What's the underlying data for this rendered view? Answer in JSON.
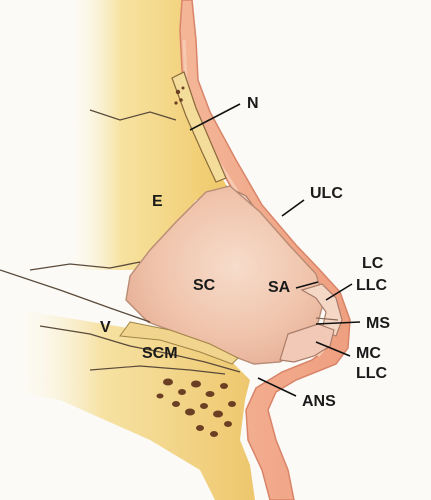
{
  "labels": {
    "N": "N",
    "E": "E",
    "ULC": "ULC",
    "SC": "SC",
    "SA": "SA",
    "LC": "LC",
    "LLC_upper": "LLC",
    "MS": "MS",
    "V": "V",
    "SCM": "SCM",
    "MC": "MC",
    "LLC_lower": "LLC",
    "ANS": "ANS"
  },
  "colors": {
    "background": "#fbfaf7",
    "skin": "#f2a98a",
    "skin_edge": "#d9806a",
    "bone_yellow": "#f3d77f",
    "bone_light": "#f7ebbf",
    "cartilage": "#f1c6ad",
    "cartilage_edge": "#b98d78",
    "cancellous": "#6b3f24"
  }
}
